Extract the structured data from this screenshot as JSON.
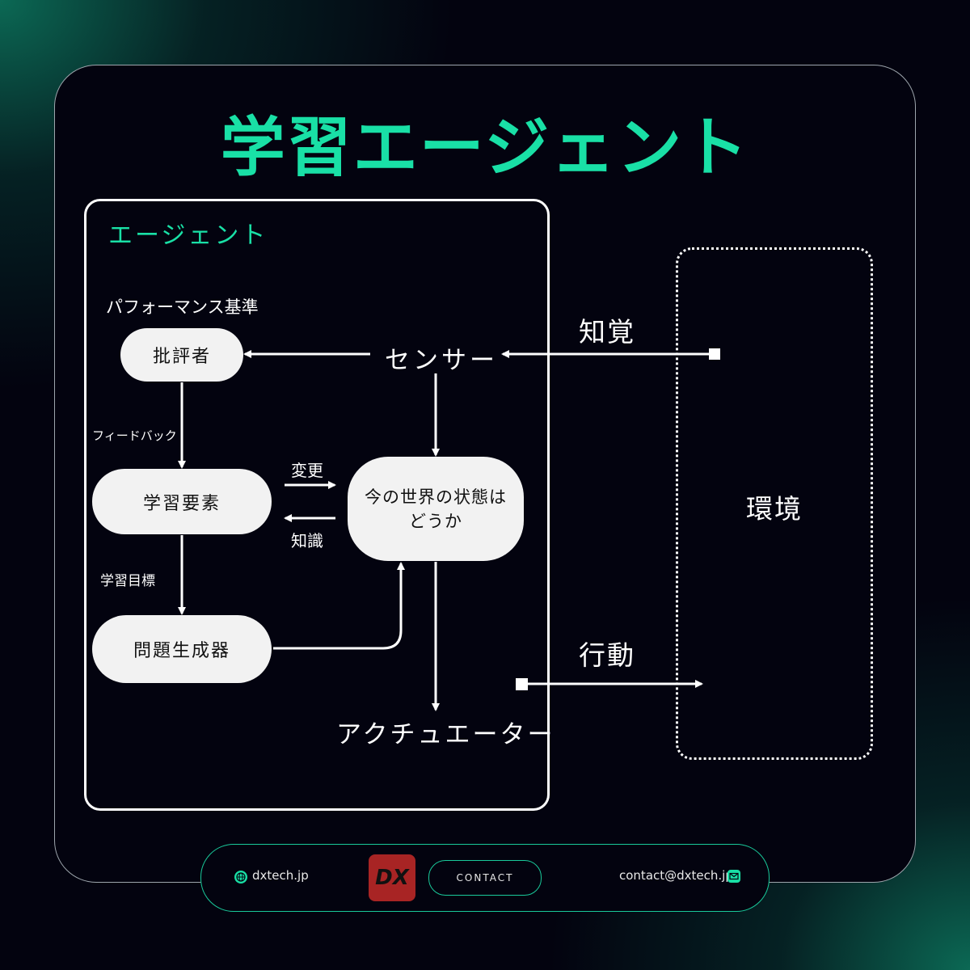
{
  "title": "学習エージェント",
  "agent": {
    "label": "エージェント",
    "performance_standard": "パフォーマンス基準",
    "critic": "批評者",
    "feedback": "フィードバック",
    "learning_element": "学習要素",
    "change": "変更",
    "knowledge": "知識",
    "learning_goals": "学習目標",
    "problem_generator": "問題生成器",
    "sensor": "センサー",
    "world_state": "今の世界の状態は",
    "world_state_2": "どうか",
    "actuator": "アクチュエーター"
  },
  "environment": {
    "label": "環境",
    "perception": "知覚",
    "action": "行動"
  },
  "footer": {
    "website": "dxtech.jp",
    "contact_button": "CONTACT",
    "email": "contact@dxtech.jp",
    "logo_text": "DX",
    "icons": [
      "globe-icon",
      "mail-icon"
    ]
  },
  "colors": {
    "accent": "#19e0a6",
    "background": "#03030f",
    "logo": "#a82424"
  }
}
